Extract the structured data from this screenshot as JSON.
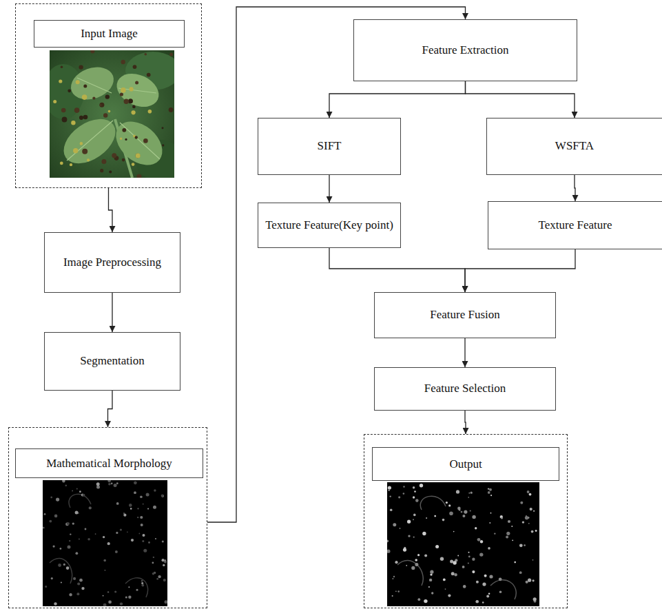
{
  "diagram": {
    "nodes": [
      {
        "text": [
          "Input Image"
        ]
      },
      {
        "text": [
          "Image Preprocessing"
        ]
      },
      {
        "text": [
          "Segmentation"
        ]
      },
      {
        "text": [
          "Mathematical Morphology"
        ]
      },
      {
        "text": [
          "Feature Extraction"
        ]
      },
      {
        "text": [
          "SIFT"
        ]
      },
      {
        "text": [
          "WSFTA"
        ]
      },
      {
        "text": [
          "Texture Feature(Key point)"
        ]
      },
      {
        "text": [
          "Texture Feature"
        ]
      },
      {
        "text": [
          "Feature Fusion"
        ]
      },
      {
        "text": [
          "Feature Selection"
        ]
      },
      {
        "text": [
          "Output"
        ]
      }
    ],
    "edges": [
      {
        "from": 0,
        "to": 1,
        "arrow": "to"
      },
      {
        "from": 1,
        "to": 2,
        "arrow": "to"
      },
      {
        "from": 2,
        "to": 3,
        "arrow": "to"
      },
      {
        "from": 3,
        "to": 4,
        "arrow": "to"
      },
      {
        "from": 4,
        "to": 5,
        "arrow": "to"
      },
      {
        "from": 4,
        "to": 6,
        "arrow": "to"
      },
      {
        "from": 5,
        "to": 7,
        "arrow": "to"
      },
      {
        "from": 6,
        "to": 8,
        "arrow": "to"
      },
      {
        "from": 7,
        "to": 9,
        "arrow": "to"
      },
      {
        "from": 8,
        "to": 9,
        "arrow": "to"
      },
      {
        "from": 9,
        "to": 10,
        "arrow": "to"
      },
      {
        "from": 10,
        "to": 11,
        "arrow": "to"
      }
    ]
  }
}
